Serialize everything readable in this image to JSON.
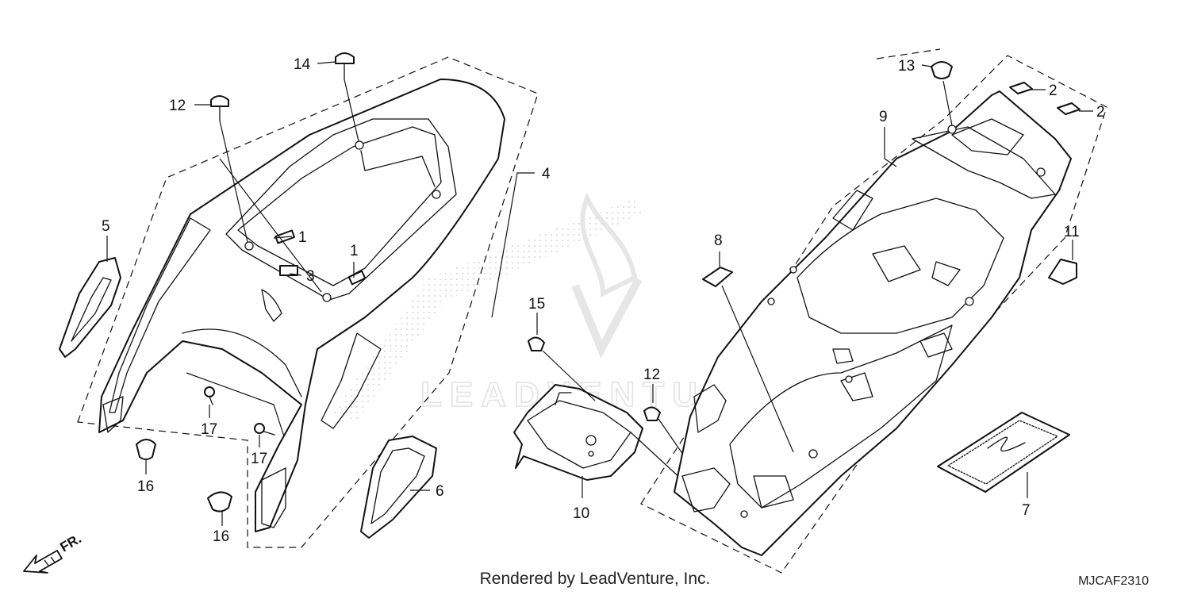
{
  "diagram": {
    "callouts": [
      {
        "id": "p1a",
        "label": "1"
      },
      {
        "id": "p1b",
        "label": "1"
      },
      {
        "id": "p2a",
        "label": "2"
      },
      {
        "id": "p2b",
        "label": "2"
      },
      {
        "id": "p3",
        "label": "3"
      },
      {
        "id": "p4",
        "label": "4"
      },
      {
        "id": "p5",
        "label": "5"
      },
      {
        "id": "p6",
        "label": "6"
      },
      {
        "id": "p7",
        "label": "7"
      },
      {
        "id": "p8",
        "label": "8"
      },
      {
        "id": "p9",
        "label": "9"
      },
      {
        "id": "p10",
        "label": "10"
      },
      {
        "id": "p11",
        "label": "11"
      },
      {
        "id": "p12a",
        "label": "12"
      },
      {
        "id": "p12b",
        "label": "12"
      },
      {
        "id": "p13",
        "label": "13"
      },
      {
        "id": "p14",
        "label": "14"
      },
      {
        "id": "p15",
        "label": "15"
      },
      {
        "id": "p16a",
        "label": "16"
      },
      {
        "id": "p16b",
        "label": "16"
      },
      {
        "id": "p17a",
        "label": "17"
      },
      {
        "id": "p17b",
        "label": "17"
      }
    ],
    "direction_label": "FR."
  },
  "footer": {
    "rendered_by": "Rendered by LeadVenture, Inc.",
    "diagram_code": "MJCAF2310"
  },
  "watermark": "LEADVENTURE"
}
